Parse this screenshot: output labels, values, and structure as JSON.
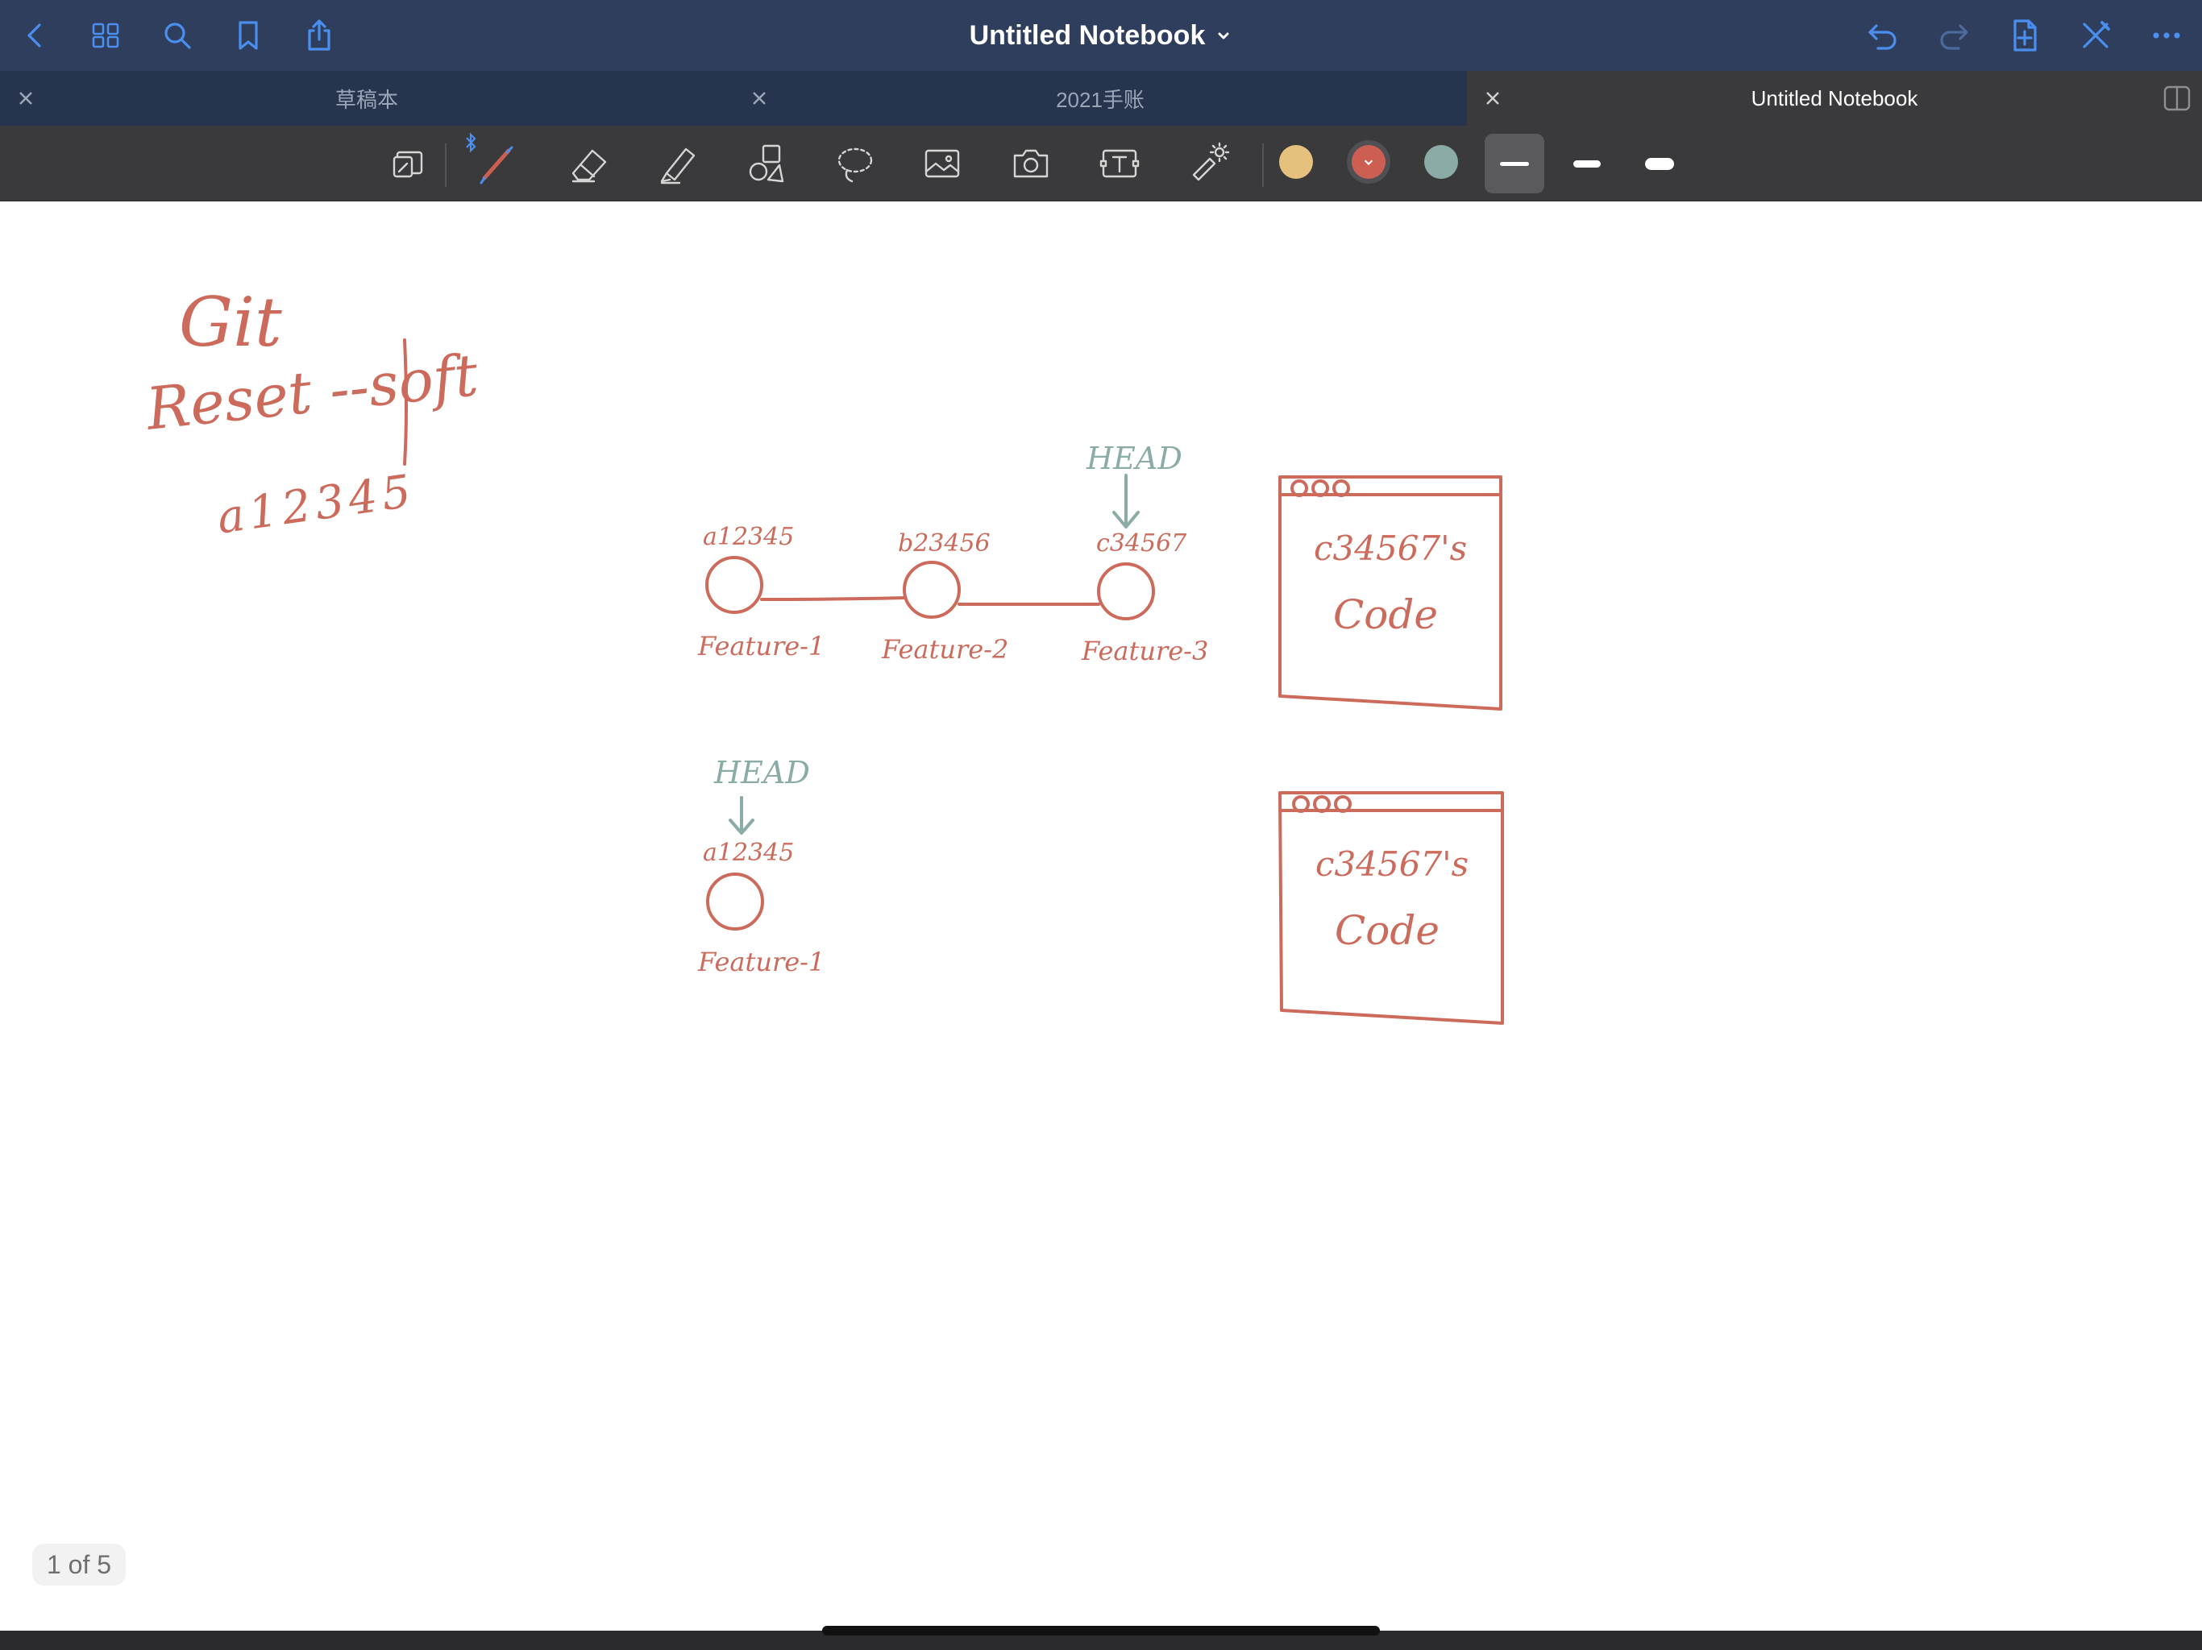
{
  "topbar": {
    "title": "Untitled Notebook",
    "left_icons": [
      "back-icon",
      "grid-icon",
      "search-icon",
      "bookmark-icon",
      "share-icon"
    ],
    "right_icons": [
      "undo-icon",
      "redo-icon",
      "add-page-icon",
      "close-pen-icon",
      "more-icon"
    ],
    "accent_color": "#4a8ff0"
  },
  "tabs": [
    {
      "label": "草稿本",
      "active": false
    },
    {
      "label": "2021手账",
      "active": false
    },
    {
      "label": "Untitled Notebook",
      "active": true
    }
  ],
  "toolbar": {
    "tools": [
      "read-only-toggle-icon",
      "pen-icon",
      "eraser-icon",
      "highlighter-icon",
      "shapes-icon",
      "lasso-icon",
      "image-icon",
      "camera-icon",
      "text-box-icon",
      "laser-pointer-icon"
    ],
    "selected_tool": "pen-icon",
    "bluetooth_indicator": "bluetooth-icon",
    "colors": [
      "#e6c17e",
      "#cc5f52",
      "#8aaba6"
    ],
    "selected_color": "#cc5f52",
    "stroke_widths": [
      "thin",
      "medium",
      "thick"
    ],
    "selected_width": "thin"
  },
  "canvas": {
    "notes": {
      "line1": "Git",
      "line2": "Reset --soft",
      "line3": "a12345"
    },
    "commits_top": [
      {
        "hash": "a12345",
        "branch": "Feature-1"
      },
      {
        "hash": "b23456",
        "branch": "Feature-2"
      },
      {
        "hash": "c34567",
        "branch": "Feature-3"
      }
    ],
    "head_top": "HEAD",
    "code_window_top": {
      "line1": "c34567's",
      "line2": "Code"
    },
    "commits_bottom": [
      {
        "hash": "a12345",
        "branch": "Feature-1"
      }
    ],
    "head_bottom": "HEAD",
    "code_window_bottom": {
      "line1": "c34567's",
      "line2": "Code"
    },
    "ink_colors": {
      "red": "#cc6b5c",
      "teal": "#8aaba6"
    }
  },
  "page_indicator": "1 of 5"
}
